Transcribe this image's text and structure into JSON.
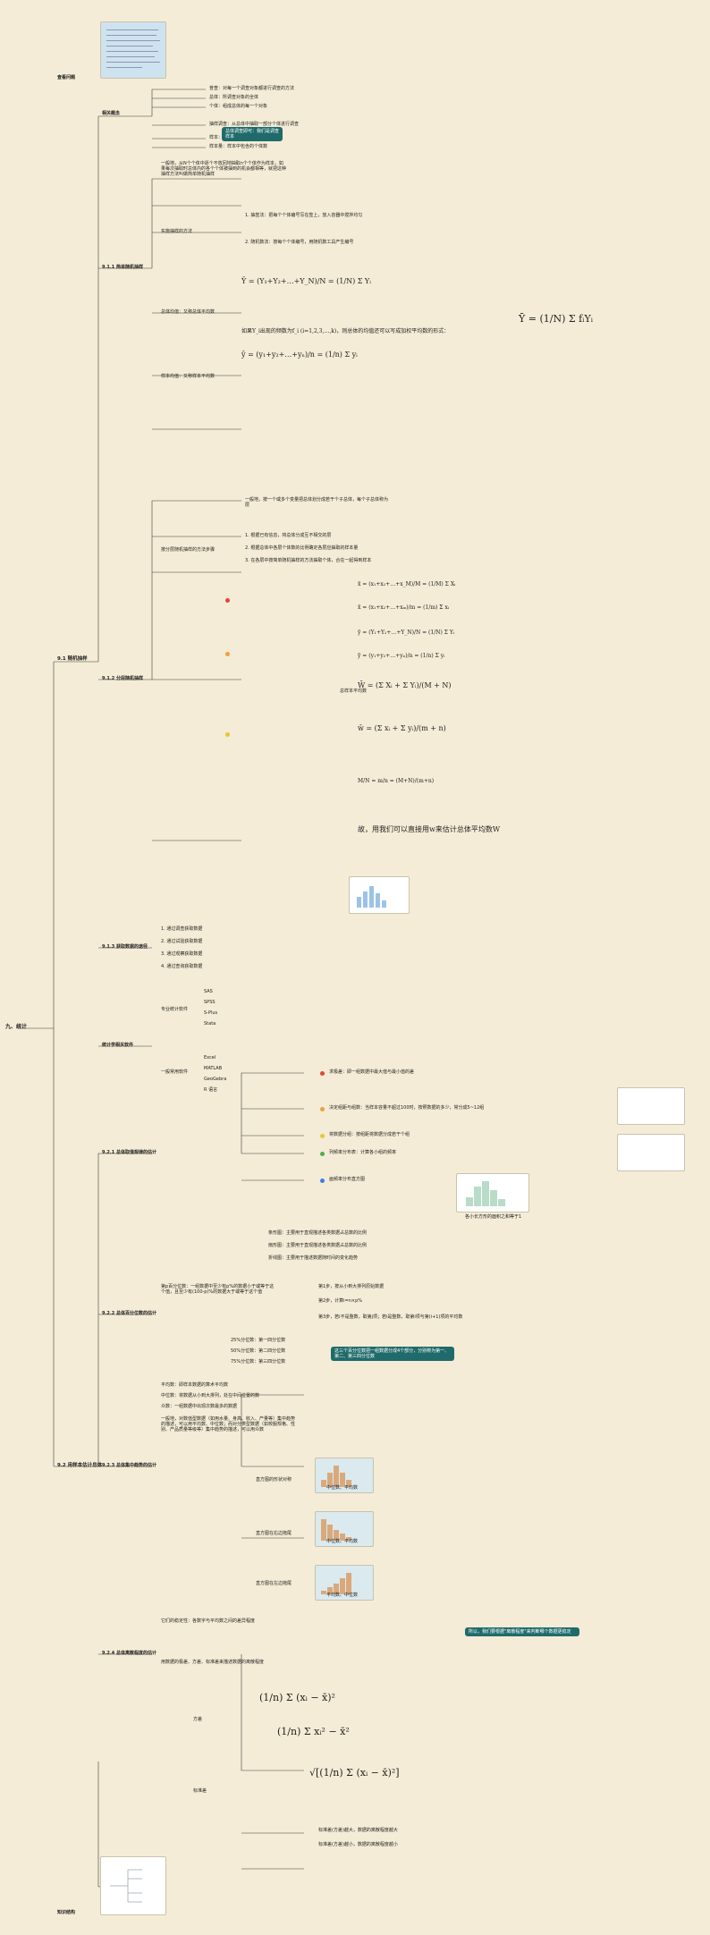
{
  "root": "九、统计",
  "branch1": {
    "title": "9.1 随机抽样",
    "main_topic": "相关概念",
    "side_topic": "查看问题",
    "concepts": [
      "总体：所调查对象的全体",
      "个体：组成总体的每一个对象",
      "样本：从总体中抽取的部分个体",
      "样本量：样本中包含的个体数",
      "抽样调查：从总体中抽取一部分个体进行调查",
      "普查：对每一个调查对象都进行调查的方法"
    ],
    "concept_callout": "总体调查即可：我们是调查样本",
    "srs": {
      "title": "9.1.1 简单随机抽样",
      "defn": "一般地，从N个个体中逐个不放回地抽取n个个体作为样本，如果每次抽取时总体内的各个个体被抽到的机会都相等，就把这种抽样方法叫做简单随机抽样",
      "methods_title": "实施抽样的方法",
      "lottery": "1. 抽签法：把每个个体编号写在签上，放入容器中搅拌均匀",
      "random_num": "2. 随机数法：按每个个体编号，用随机数工具产生编号",
      "avg_title": "总体均值：又称总体平均数",
      "sample_avg": "样本均值：又称样本平均数",
      "weighted": "如果Y_i出现的频数为f_i (i=1,2,3,…,k)，则总体的均值还可以写成加权平均数的形式："
    },
    "strat": {
      "title": "9.1.2 分层随机抽样",
      "defn": "一般地，按一个或多个变量把总体划分成若干个子总体，每个子总体称为层",
      "method": "按分层随机抽样的方法步骤",
      "step1": "1. 根据已有信息，将总体分成互不相交的层",
      "step2": "2. 根据总体中各层个体数的比例确定各层应抽取的样本量",
      "step3": "3. 在各层中按简单随机抽样的方法抽取个体，合在一起得到样本",
      "pooled": "总样本平均数",
      "conclude": "故，用我们可以直接用w来估计总体平均数W"
    },
    "data": {
      "title": "9.1.3 获取数据的途径",
      "items": [
        "1. 通过调查获取数据",
        "2. 通过试验获取数据",
        "3. 通过观察获取数据",
        "4. 通过查询获取数据"
      ]
    },
    "software": {
      "title": "统计学相关软件",
      "groups": [
        "专业统计软件",
        "一般常用软件"
      ],
      "items": [
        "SAS",
        "SPSS",
        "S-Plus",
        "Stata",
        "Excel",
        "MATLAB",
        "GeoGebra",
        "R 语言"
      ]
    }
  },
  "branch2": {
    "title": "9.2 用样本估计总体",
    "freq": {
      "title": "9.2.1 总体取值规律的估计",
      "steps": [
        "求极差：即一组数据中最大值与最小值的差",
        "决定组距与组数：当样本容量不超过100时，按照数据的多少，常分成5~12组",
        "将数据分组：按组距将数据分成若干个组",
        "列频率分布表：计算各小组的频率",
        "画频率分布直方图"
      ],
      "graphs": [
        "条形图：主要用于直观描述各类数据占总数的比例",
        "扇形图：主要用于直观描述各类数据占总数的比例",
        "折线图：主要用于描述数据随时间的变化趋势"
      ],
      "hist_note": "各小长方形的面积之和等于1"
    },
    "percentile": {
      "title": "9.2.2 总体百分位数的估计",
      "defn": "第p百分位数：一组数据中至少有p%的数据小于或等于这个值，且至少有(100-p)%的数据大于或等于这个值",
      "steps": [
        "第1步，按从小到大排列原始数据",
        "第2步，计算i=n×p%",
        "第3步，若i不是整数，取第j项；若i是整数，取第i项与第(i+1)项的平均数"
      ],
      "quartiles": [
        "25%分位数：第一四分位数",
        "50%分位数：第二四分位数",
        "75%分位数：第三四分位数"
      ],
      "q_callout": "这三个百分位数把一组数据分成4个部分，分别称为第一、第二、第三四分位数"
    },
    "central": {
      "title": "9.2.3 总体集中趋势的估计",
      "items": [
        "平均数：即样本数据的算术平均数",
        "中位数：将数据从小到大排列，处在中间位置的数",
        "众数：一组数据中出现次数最多的数据"
      ],
      "shapes": [
        "直方图的形状对称",
        "直方图在右边拖尾",
        "直方图在左边拖尾"
      ],
      "shape_labels": [
        "中位数、平均数",
        "中位数、平均数",
        "平均数、中位数"
      ],
      "median_note": "一般地，对数值型数据（如用水量、身高、收入、产量等）集中趋势的描述，可以用平均数、中位数；而对分类型数据（如校服规格、性别、产品质量等级等）集中趋势的描述，可以用众数",
      "compare": "它们的稳定性：各数字与平均数之间的差异程度",
      "callout": "所以，我们要根据\"离散程度\"来判断哪个数据更稳定"
    },
    "dispersion": {
      "title": "9.2.4 总体离散程度的估计",
      "defn": "用数据的极差、方差、标准差来描述数据的离散程度",
      "var_label": "方差",
      "std_label": "标准差",
      "rules": [
        "标准差(方差)越大，数据的离散程度越大",
        "标准差(方差)越小，数据的离散程度越小"
      ]
    }
  },
  "footer": "知识结构",
  "chart_data": []
}
